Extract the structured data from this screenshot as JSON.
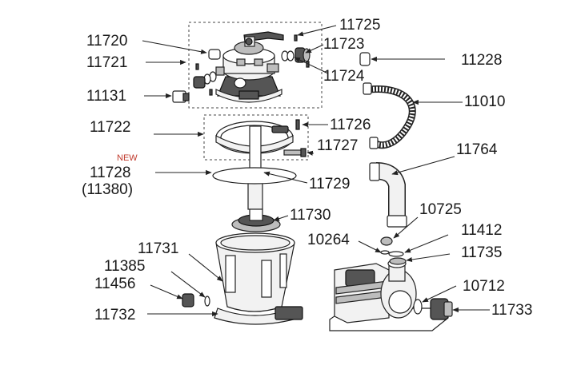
{
  "new_badge": "NEW",
  "labels": {
    "p11725": "11725",
    "p11720": "11720",
    "p11723": "11723",
    "p11721": "11721",
    "p11228": "11228",
    "p11724": "11724",
    "p11131": "11131",
    "p11010": "11010",
    "p11722": "11722",
    "p11726": "11726",
    "p11727": "11727",
    "p11764": "11764",
    "p11728": "11728",
    "p11380": "(11380)",
    "p11729": "11729",
    "p10725": "10725",
    "p11730": "11730",
    "p11412": "11412",
    "p10264": "10264",
    "p11731": "11731",
    "p11735": "11735",
    "p11385": "11385",
    "p11456": "11456",
    "p10712": "10712",
    "p11733": "11733",
    "p11732": "11732"
  }
}
